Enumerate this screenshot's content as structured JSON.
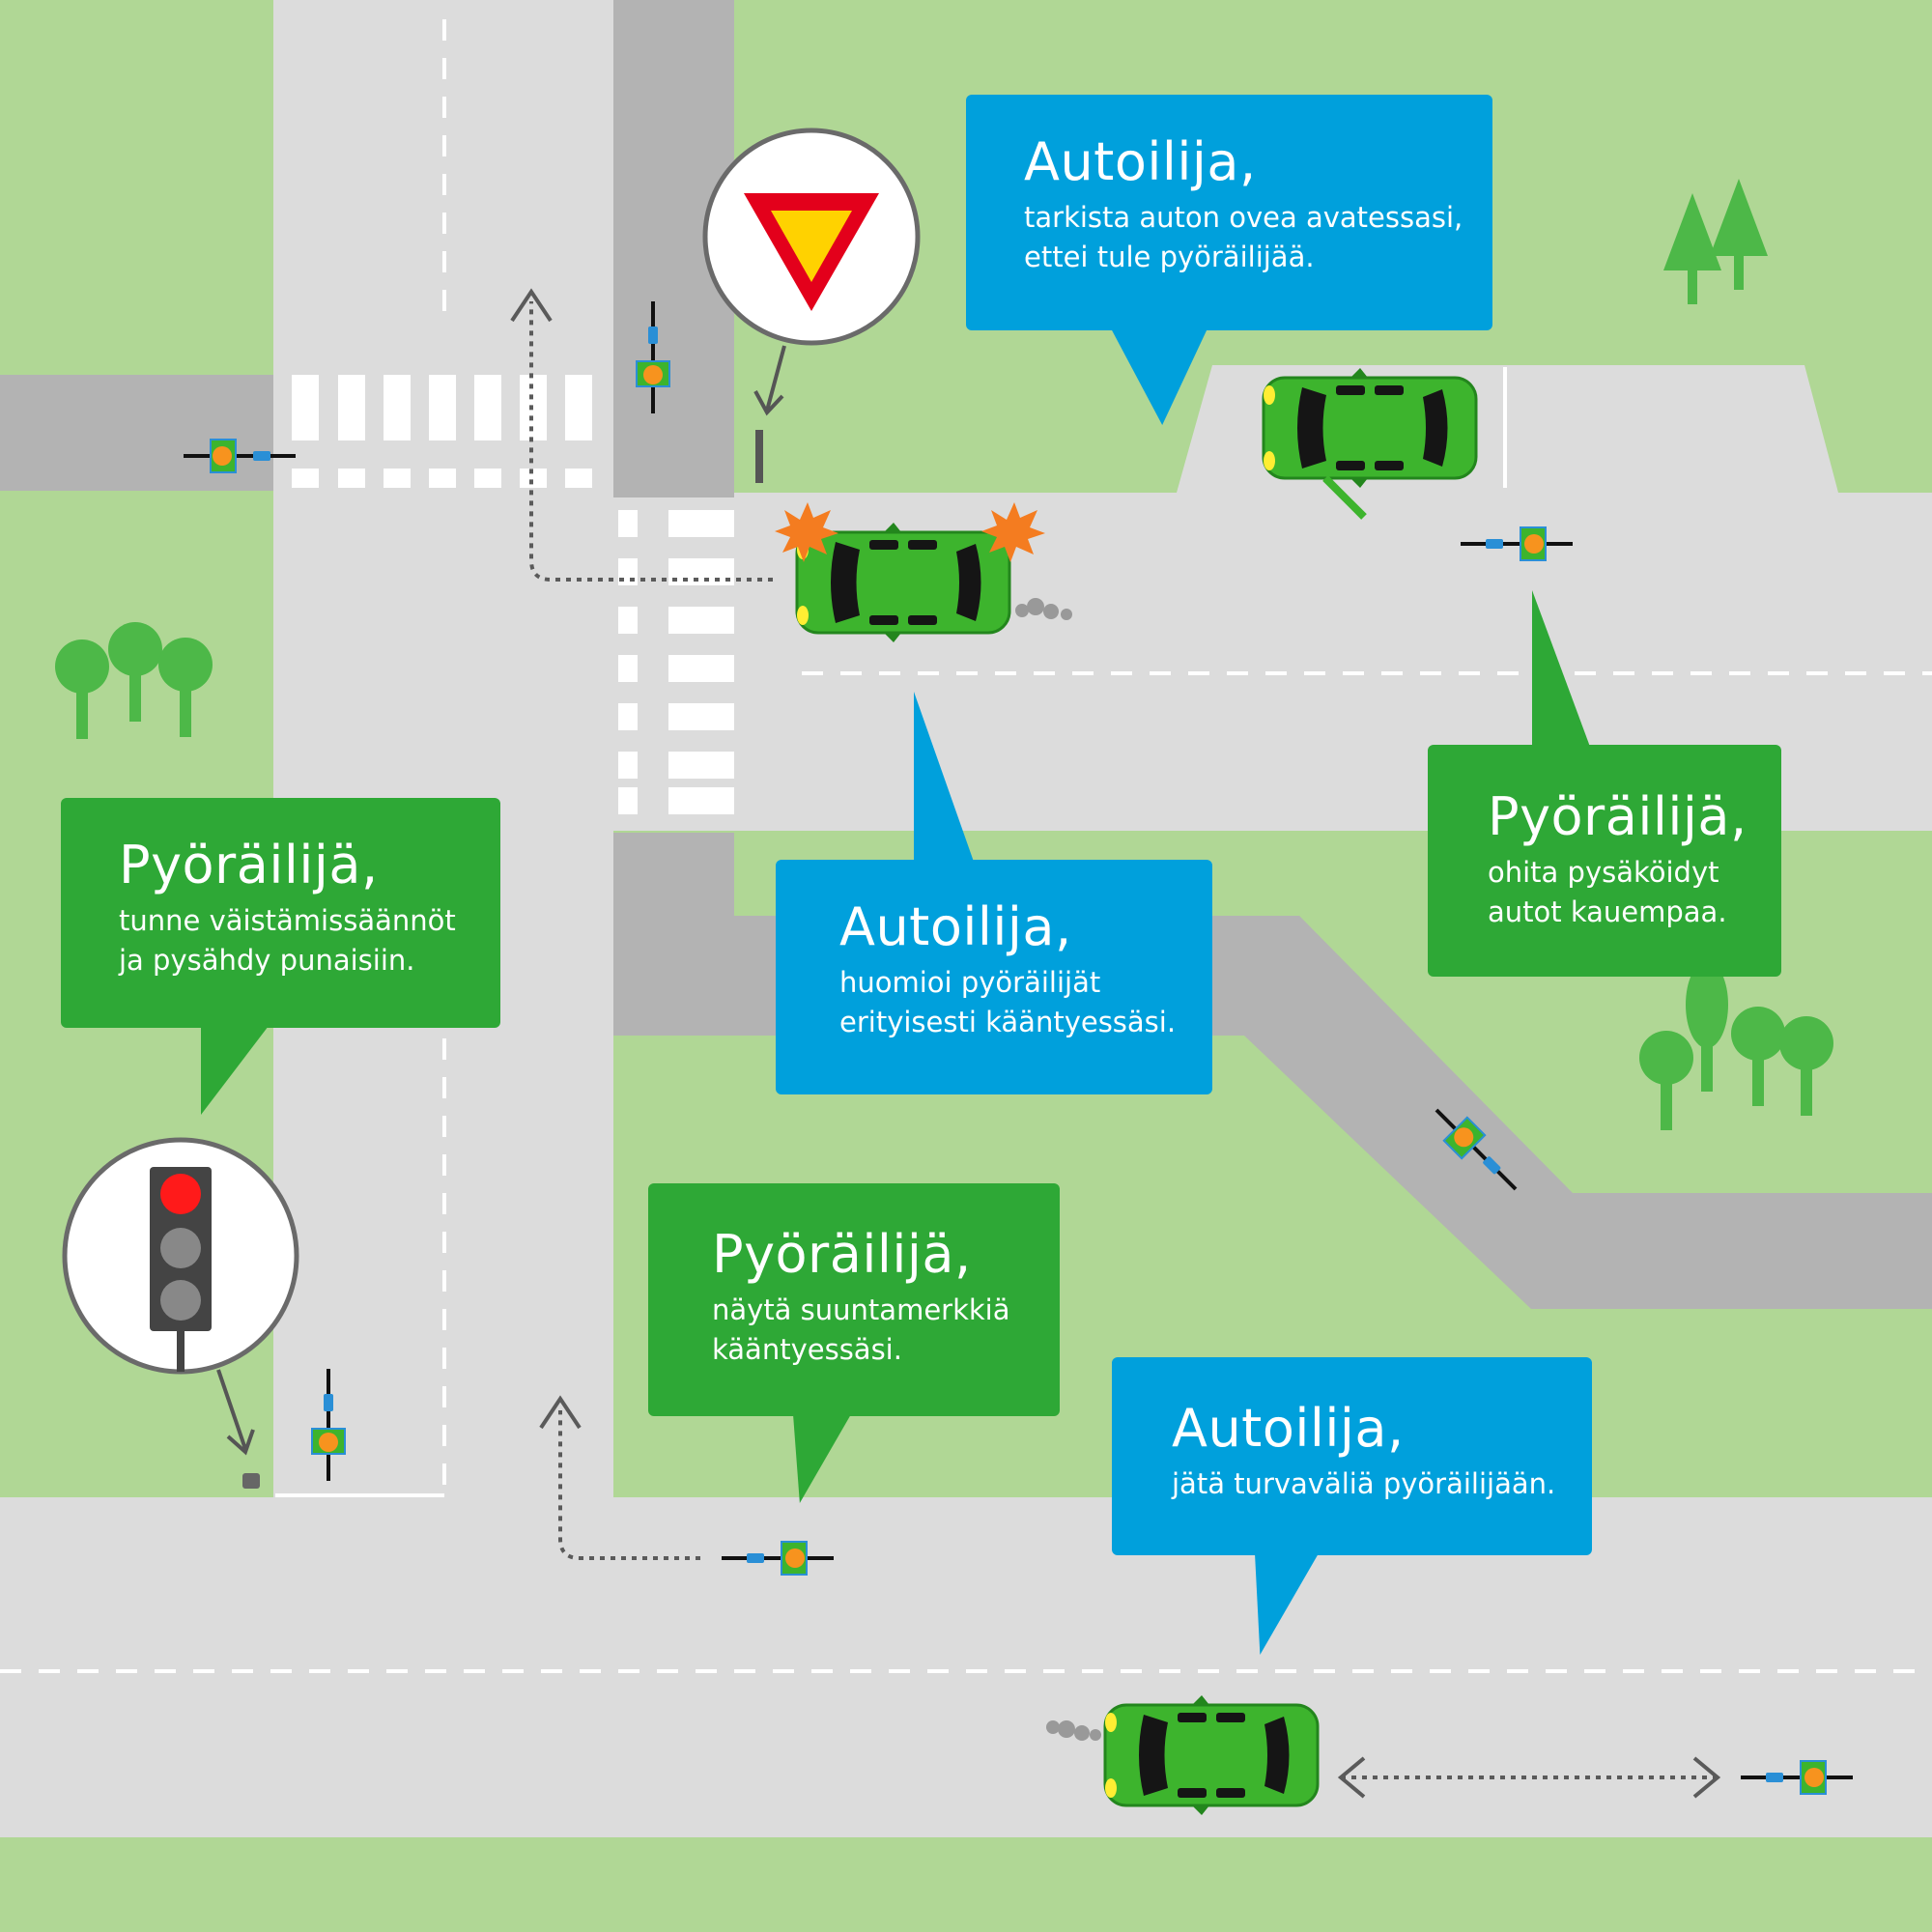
{
  "bubbles": {
    "driver_door": {
      "heading": "Autoilija,",
      "lines": [
        "tarkista auton ovea avatessasi,",
        "ettei tule pyöräilijää."
      ]
    },
    "cyclist_rules": {
      "heading": "Pyöräilijä,",
      "lines": [
        "tunne väistämissäännöt",
        "ja pysähdy punaisiin."
      ]
    },
    "driver_turning": {
      "heading": "Autoilija,",
      "lines": [
        "huomioi pyöräilijät",
        "erityisesti kääntyessäsi."
      ]
    },
    "cyclist_parked": {
      "heading": "Pyöräilijä,",
      "lines": [
        "ohita pysäköidyt",
        "autot kauempaa."
      ]
    },
    "cyclist_signal": {
      "heading": "Pyöräilijä,",
      "lines": [
        "näytä suuntamerkkiä",
        "kääntyessäsi."
      ]
    },
    "driver_space": {
      "heading": "Autoilija,",
      "lines": [
        "jätä turvaväliä pyöräilijään."
      ]
    }
  },
  "colors": {
    "grass": "#b0d795",
    "road": "#dcdcdc",
    "bike_lane": "#b3b3b3",
    "bubble_green": "#2ea836",
    "bubble_blue": "#00a0dc",
    "car_green": "#3db42d",
    "yield_red": "#e3001b",
    "yield_yellow": "#ffd200",
    "traffic_light_red": "#ff1a1a"
  },
  "icons": [
    "yield-sign-icon",
    "traffic-light-icon",
    "car-icon",
    "cyclist-icon",
    "tree-icon",
    "dotted-turn-arrow-icon",
    "double-headed-arrow-icon",
    "hazard-light-icon",
    "exhaust-icon"
  ]
}
